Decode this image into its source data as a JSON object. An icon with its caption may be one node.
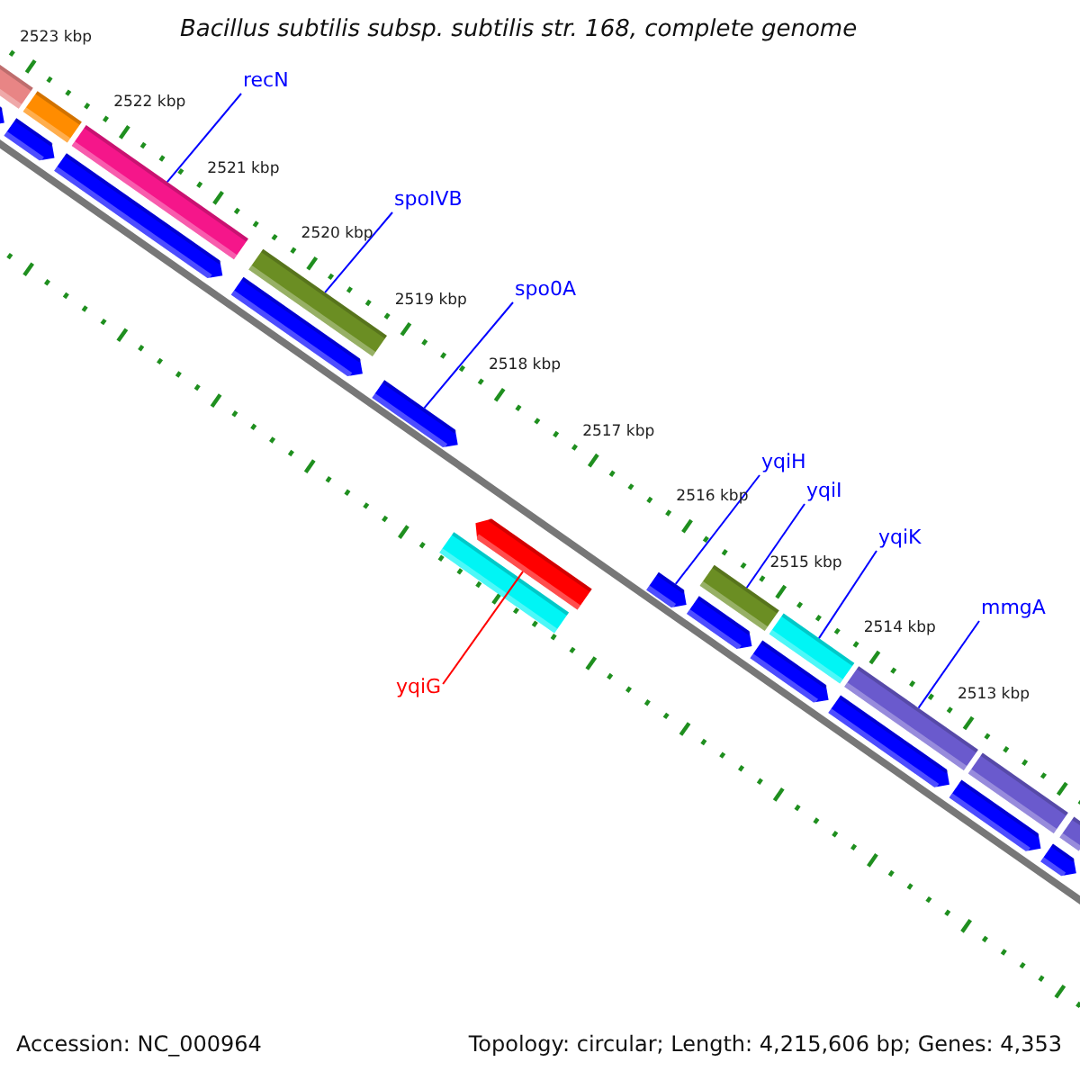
{
  "diagram": {
    "title": "Bacillus subtilis subsp. subtilis str. 168, complete genome",
    "nodes": [
      {
        "text": [
          "recN"
        ]
      },
      {
        "text": [
          "spoIVB"
        ]
      },
      {
        "text": [
          "spo0A"
        ]
      },
      {
        "text": [
          "yqiH"
        ]
      },
      {
        "text": [
          "yqiI"
        ]
      },
      {
        "text": [
          "yqiK"
        ]
      },
      {
        "text": [
          "mmgA"
        ]
      },
      {
        "text": [
          "yqiG"
        ]
      },
      {
        "text": [],
        "shape": "bar"
      },
      {
        "text": [],
        "shape": "arrow"
      },
      {
        "text": [],
        "shape": "bar"
      },
      {
        "text": [],
        "shape": "arrow"
      },
      {
        "text": [],
        "shape": "bar"
      },
      {
        "text": [],
        "shape": "arrow"
      },
      {
        "text": [],
        "shape": "bar"
      },
      {
        "text": [],
        "shape": "arrow"
      },
      {
        "text": [],
        "shape": "arrow"
      },
      {
        "text": [],
        "shape": "bar"
      },
      {
        "text": [],
        "shape": "arrow"
      },
      {
        "text": [],
        "shape": "arrow"
      },
      {
        "text": [],
        "shape": "bar"
      },
      {
        "text": [],
        "shape": "arrow"
      },
      {
        "text": [],
        "shape": "bar"
      },
      {
        "text": [],
        "shape": "arrow"
      },
      {
        "text": [],
        "shape": "bar"
      },
      {
        "text": [],
        "shape": "arrow"
      },
      {
        "text": [],
        "shape": "bar"
      },
      {
        "text": [],
        "shape": "arrow"
      },
      {
        "text": [],
        "shape": "bar"
      },
      {
        "text": [],
        "shape": "arrow"
      }
    ],
    "edges": [
      {
        "from": 0,
        "to": 12,
        "arrow": "none"
      },
      {
        "from": 1,
        "to": 14,
        "arrow": "none"
      },
      {
        "from": 2,
        "to": 16,
        "arrow": "none"
      },
      {
        "from": 3,
        "to": 19,
        "arrow": "none"
      },
      {
        "from": 4,
        "to": 20,
        "arrow": "none"
      },
      {
        "from": 5,
        "to": 22,
        "arrow": "none"
      },
      {
        "from": 6,
        "to": 24,
        "arrow": "none"
      },
      {
        "from": 7,
        "to": 18,
        "arrow": "none",
        "color": "#ff0000"
      }
    ],
    "labels": [
      "2523 kbp",
      "2522 kbp",
      "2521 kbp",
      "2520 kbp",
      "2519 kbp",
      "2518 kbp",
      "2517 kbp",
      "2516 kbp",
      "2515 kbp",
      "2514 kbp",
      "2513 kbp",
      "Accession: NC_000964",
      "Topology: circular; Length: 4,215,606 bp; Genes: 4,353"
    ]
  }
}
